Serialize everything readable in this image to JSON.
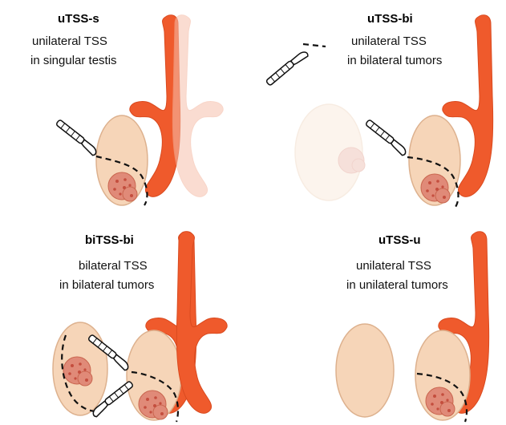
{
  "panels": [
    {
      "title": "uTSS-s",
      "line1": "unilateral TSS",
      "line2": "in singular testis"
    },
    {
      "title": "uTSS-bi",
      "line1": "unilateral TSS",
      "line2": "in bilateral tumors"
    },
    {
      "title": "biTSS-bi",
      "line1": "bilateral TSS",
      "line2": "in bilateral tumors"
    },
    {
      "title": "uTSS-u",
      "line1": "unilateral TSS",
      "line2": "in unilateral tumors"
    }
  ],
  "colors": {
    "cord": "#ef5a2c",
    "testis": "#f6d5b8",
    "tumor": "#e08a78",
    "faded_cord": "#f7c1ad",
    "faded_testis": "#fbece0"
  }
}
